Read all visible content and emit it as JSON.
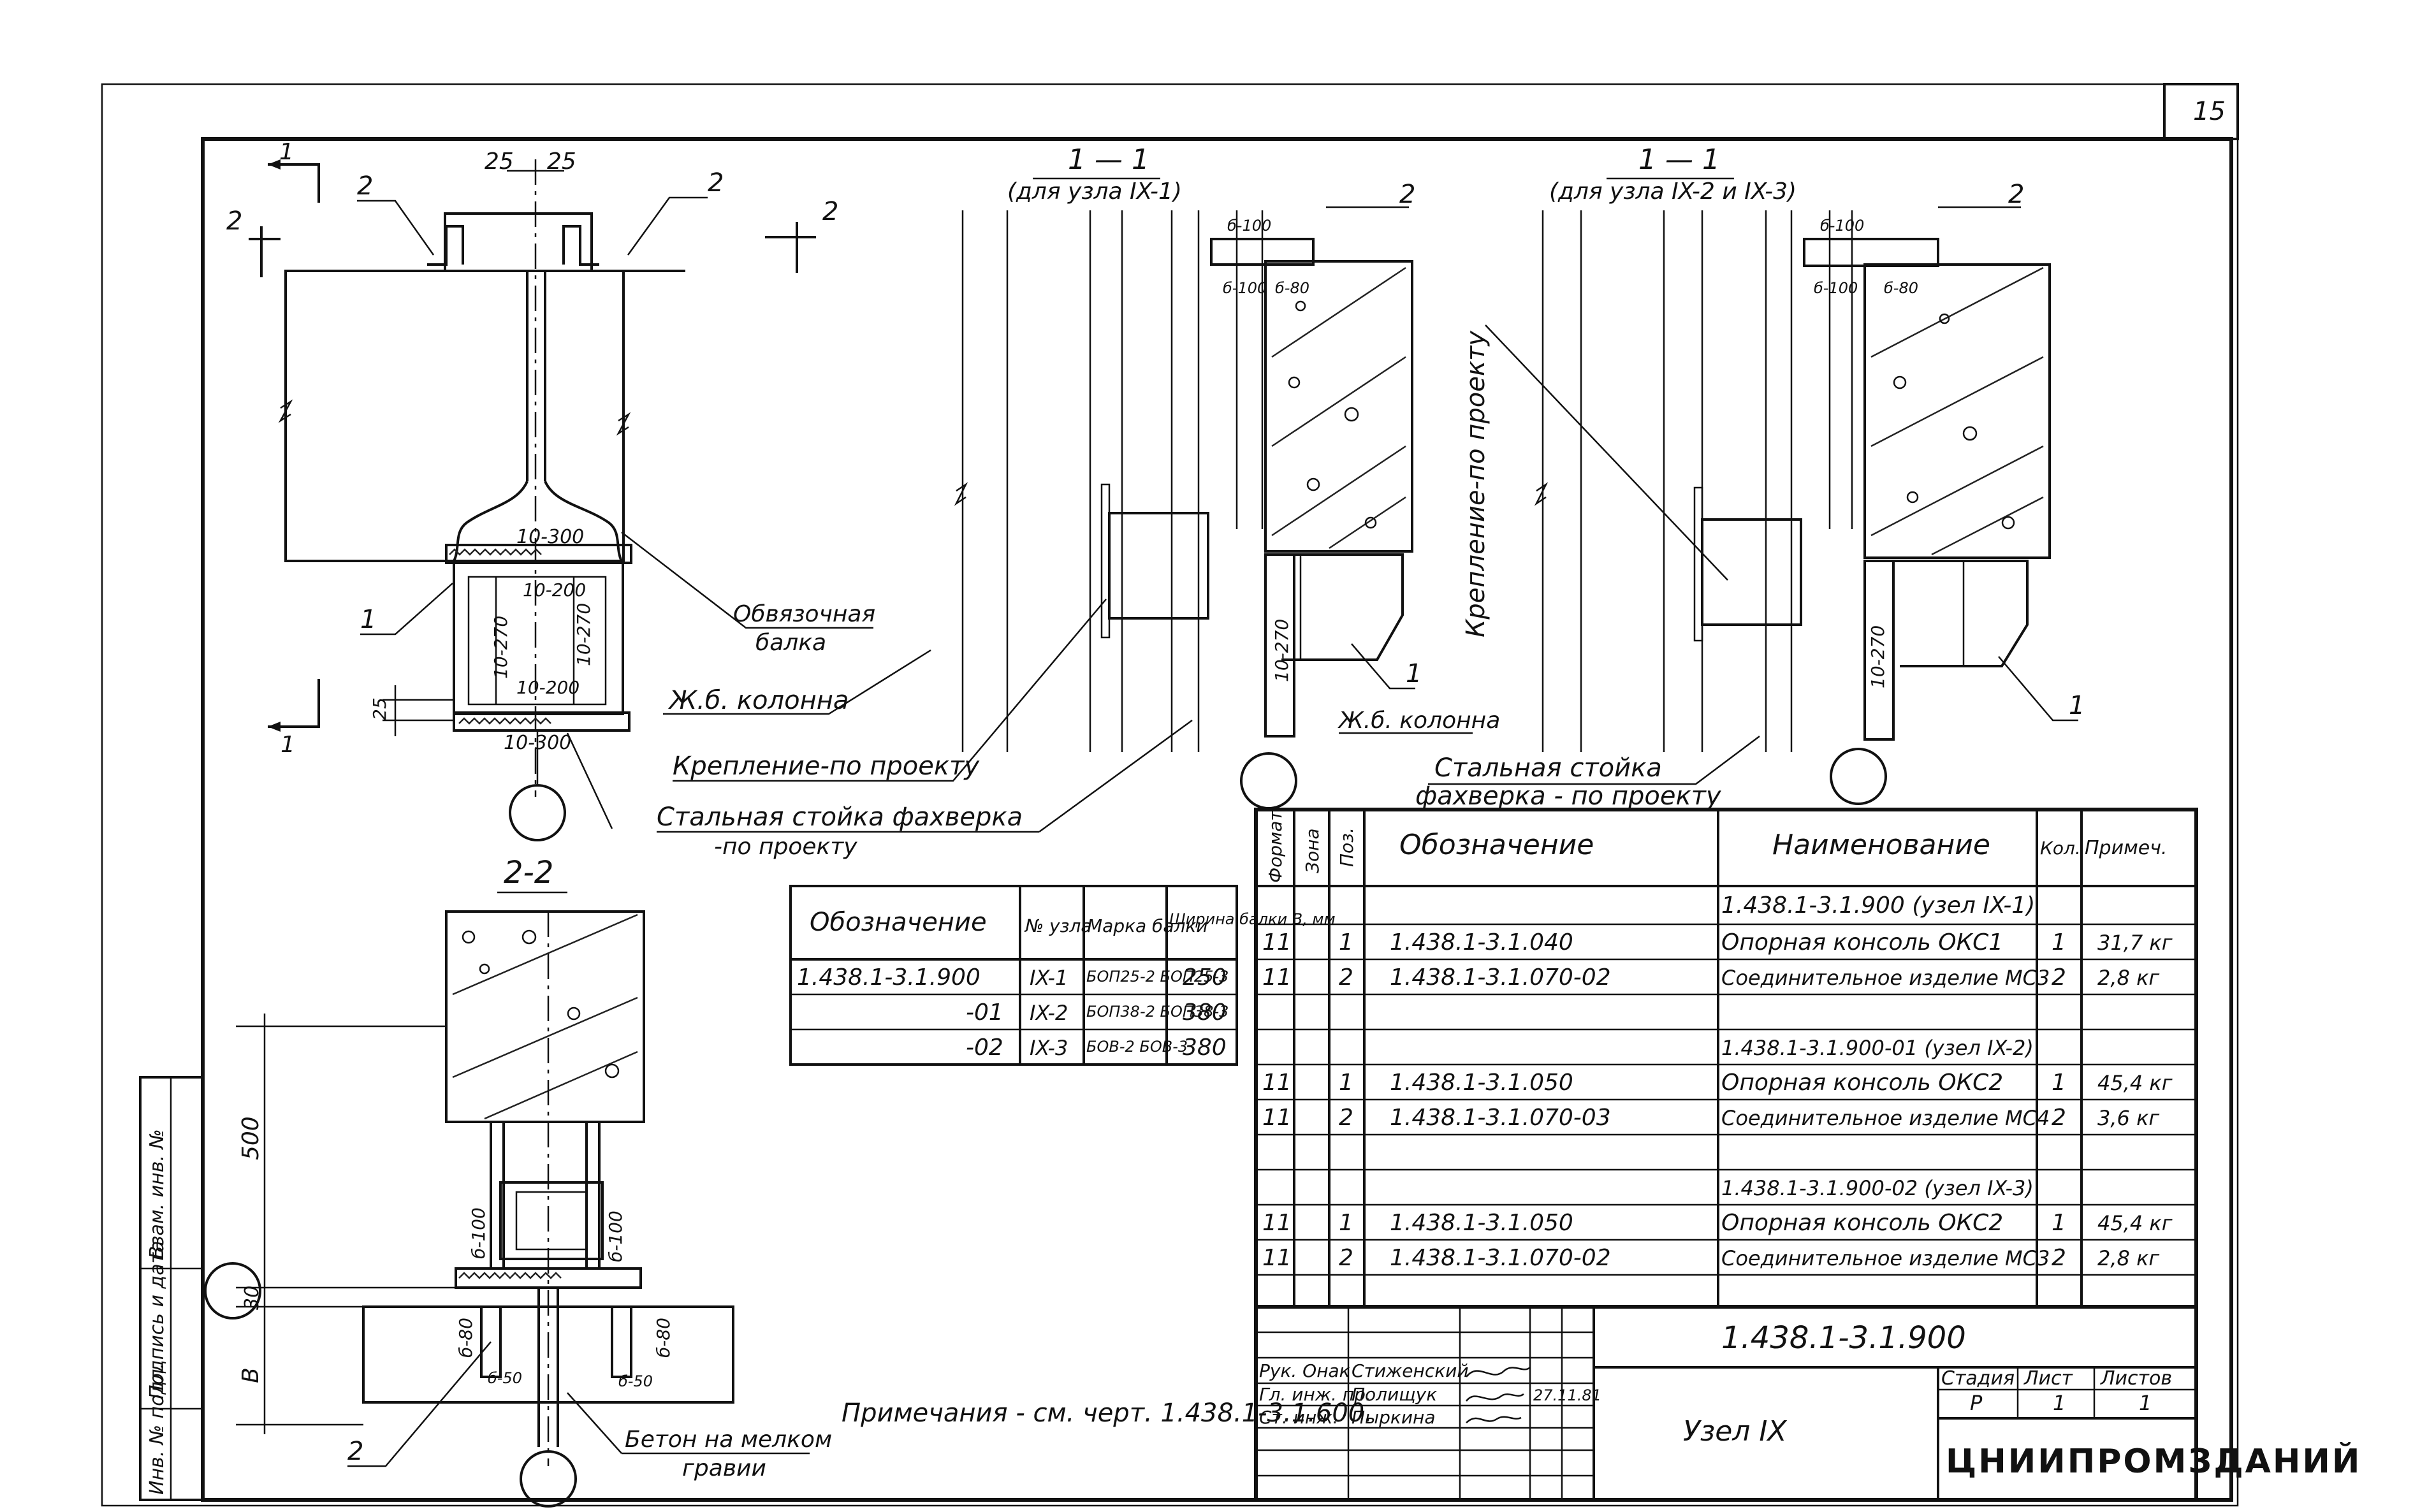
{
  "page_number": "15",
  "stamp_columns": [
    "Инв. № подл.",
    "Подпись и дата",
    "Взам. инв. №"
  ],
  "node_sections": {
    "section_11_title": "1 — 1",
    "section_11_left_sub": "(для узла IX-1)",
    "section_11_right_sub": "(для узла IX-2 и IX-3)",
    "section_22_title": "2-2"
  },
  "labels": {
    "obvyazochnaya": "Обвязочная",
    "balka": "балка",
    "zhb_kolonna_1": "Ж.б. колонна",
    "zhb_kolonna_2": "Ж.б. колонна",
    "kreplenie_1": "Крепление-по проекту",
    "kreplenie_2": "Крепление-по проекту",
    "stoyka_line1": "Стальная стойка фахверка",
    "stoyka_line2": "-по проекту",
    "stoyka2_line1": "Стальная стойка",
    "stoyka2_line2": "фахверка - по проекту",
    "beton_line1": "Бетон на мелком",
    "beton_line2": "гравии",
    "note": "Примечания - см. черт. 1.438.1-3.1.600."
  },
  "dimensions": {
    "d25a": "25",
    "d25b": "25",
    "d_10_300_top": "10-300",
    "d_10_300_bot": "10-300",
    "d_10_200_top": "10-200",
    "d_10_200_bot": "10-200",
    "d_10_270_a": "10-270",
    "d_10_270_b": "10-270",
    "d_10_270_c": "10-270",
    "d_10_270_d": "10-270",
    "d_25_side": "25",
    "d_500": "500",
    "d_30": "30",
    "d_b": "В",
    "d_6_100_a": "б-100",
    "d_6_100_b": "б-100",
    "d_6_80_a": "б-80",
    "d_6_80_b": "б-80",
    "d_6_50_a": "б-50",
    "d_6_50_b": "б-50",
    "d_b_100_a": "б-100",
    "d_b_80_a": "б-80",
    "d_b_100_top_a": "б-100",
    "d_b_100_b": "б-100",
    "d_b_80_b": "б-80",
    "d_b_100_top_b": "б-100",
    "pos1": "1",
    "pos2": "2",
    "cut1": "1",
    "cut2": "2"
  },
  "beam_table": {
    "headers": {
      "designation": "Обозначение",
      "node_no": "№ узла",
      "beam_mark": "Марка балки",
      "width": "Ширина балки В, мм"
    },
    "rows": [
      {
        "designation": "1.438.1-3.1.900",
        "node": "IX-1",
        "mark": "БОП25-2 БОП25-3",
        "width": "250"
      },
      {
        "designation": "-01",
        "node": "IX-2",
        "mark": "БОП38-2 БОП38-3",
        "width": "380"
      },
      {
        "designation": "-02",
        "node": "IX-3",
        "mark": "БОВ-2 БОВ-3",
        "width": "380"
      }
    ]
  },
  "spec_table": {
    "headers": {
      "format": "Формат",
      "zone": "Зона",
      "pos": "Поз.",
      "designation": "Обозначение",
      "name": "Наименование",
      "qty": "Кол.",
      "note": "Примеч."
    },
    "rows": [
      {
        "type": "group",
        "name": "1.438.1-3.1.900 (узел IX-1)"
      },
      {
        "type": "item",
        "format": "11",
        "pos": "1",
        "designation": "1.438.1-3.1.040",
        "name": "Опорная консоль ОКС1",
        "qty": "1",
        "note": "31,7 кг"
      },
      {
        "type": "item",
        "format": "11",
        "pos": "2",
        "designation": "1.438.1-3.1.070-02",
        "name": "Соединительное изделие МС3",
        "qty": "2",
        "note": "2,8 кг"
      },
      {
        "type": "blank"
      },
      {
        "type": "group",
        "name": "1.438.1-3.1.900-01 (узел IX-2)"
      },
      {
        "type": "item",
        "format": "11",
        "pos": "1",
        "designation": "1.438.1-3.1.050",
        "name": "Опорная консоль ОКС2",
        "qty": "1",
        "note": "45,4 кг"
      },
      {
        "type": "item",
        "format": "11",
        "pos": "2",
        "designation": "1.438.1-3.1.070-03",
        "name": "Соединительное изделие МС4",
        "qty": "2",
        "note": "3,6 кг"
      },
      {
        "type": "blank"
      },
      {
        "type": "group",
        "name": "1.438.1-3.1.900-02 (узел IX-3)"
      },
      {
        "type": "item",
        "format": "11",
        "pos": "1",
        "designation": "1.438.1-3.1.050",
        "name": "Опорная консоль ОКС2",
        "qty": "1",
        "note": "45,4 кг"
      },
      {
        "type": "item",
        "format": "11",
        "pos": "2",
        "designation": "1.438.1-3.1.070-02",
        "name": "Соединительное изделие МС3",
        "qty": "2",
        "note": "2,8 кг"
      }
    ]
  },
  "title_block": {
    "doc_code": "1.438.1-3.1.900",
    "title": "Узел IX",
    "stage_label": "Стадия",
    "sheet_label": "Лист",
    "sheets_label": "Листов",
    "stage": "Р",
    "sheet": "1",
    "sheets": "1",
    "organization": "ЦНИИПРОМЗДАНИЙ",
    "signers": [
      {
        "role": "Рук. Онак",
        "name": "Стиженский"
      },
      {
        "role": "Гл. инж. пр.",
        "name": "Полищук"
      },
      {
        "role": "Ст. инж.",
        "name": "Пыркина"
      }
    ],
    "date": "27.11.81"
  }
}
